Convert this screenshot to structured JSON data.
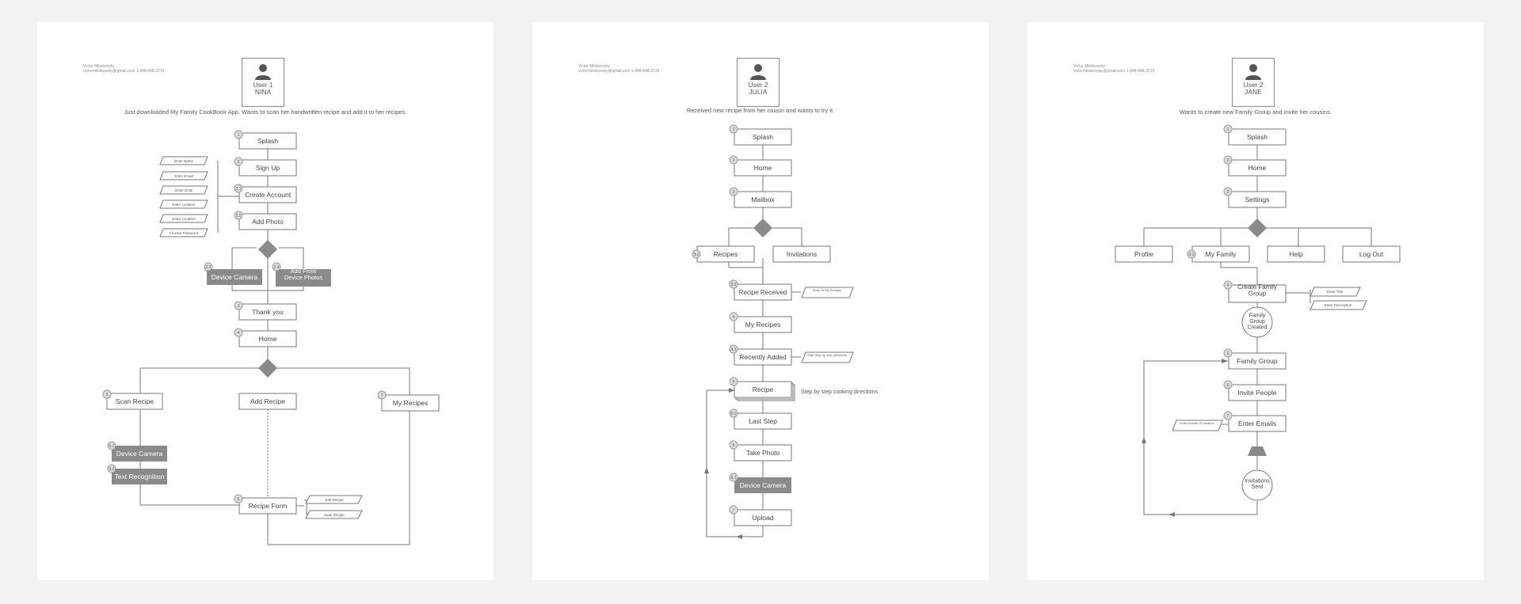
{
  "pages": [
    {
      "header": {
        "name": "Victor Milinkovsky",
        "contact": "victormilinkovsky@gmail.com   1-848-848-2219"
      },
      "user": {
        "line1": "User 1",
        "line2": "NINA"
      },
      "description": "Just downloaded My Family CookBook App. Wants to scan her handwritten recipe and add it to her recipes.",
      "nodes": {
        "splash": "Splash",
        "signup": "Sign Up",
        "create_account": "Create Account",
        "add_photo": "Add Photo",
        "device_camera": "Device Camera",
        "add_from_device": "Add From Device Photos",
        "thank_you": "Thank you",
        "home": "Home",
        "scan_recipe": "Scan Recipe",
        "add_recipe": "Add Recipe",
        "my_recipes": "My Recipes",
        "device_camera_2": "Device Camera",
        "text_recognition": "Text Recognition",
        "recipe_form": "Recipe Form"
      },
      "inputs": [
        "Enter Name",
        "Enter Email",
        "Enter DOB",
        "Enter Location",
        "Enter Location",
        "Choose Password"
      ],
      "form_inputs": [
        "Edit Recipe",
        "Save Recipe"
      ],
      "step_numbers": {
        "s1": "1",
        "s2": "2",
        "s21": "2.1",
        "s22": "2.2",
        "s23": "2.3",
        "s24": "2.4",
        "s3": "3",
        "s4": "4",
        "s5": "5",
        "s51": "5.1",
        "s52": "5.2",
        "s6": "6",
        "s7": "7"
      }
    },
    {
      "header": {
        "name": "Victor Milinkovsky",
        "contact": "victormilinkovsky@gmail.com   1-848-848-2219"
      },
      "user": {
        "line1": "User 2",
        "line2": "JULIA"
      },
      "description": "Received new recipe from her cousin and wants to try it.",
      "nodes": {
        "splash": "Splash",
        "home": "Home",
        "mailbox": "Mailbox",
        "recipes": "Recipes",
        "invitations": "Invitations",
        "recipe_received": "Recipe Received",
        "my_recipes": "My Recipes",
        "recently_added": "Recently Added",
        "recipe": "Recipe",
        "last_step": "Last Step",
        "take_photo": "Take Photo",
        "device_camera": "Device Camera",
        "upload": "Upload"
      },
      "notes": {
        "save_to_recipes": "Save To My Recipes",
        "start_step": "Start Step by step directions",
        "step_by_step": "Step by step cooking directions"
      },
      "step_numbers": {
        "s1": "1",
        "s2": "2",
        "s3": "3",
        "s31": "3.1",
        "s32": "3.2",
        "s4": "4",
        "s41": "4.1",
        "s5": "5",
        "s51": "5.1",
        "s6": "6",
        "s61": "6.1",
        "s7": "7"
      }
    },
    {
      "header": {
        "name": "Victor Milinkovsky",
        "contact": "victormilinkovsky@gmail.com   1-848-848-2219"
      },
      "user": {
        "line1": "User 2",
        "line2": "JANE"
      },
      "description": "Wants to create new Family Group and invite her cousins.",
      "nodes": {
        "splash": "Splash",
        "home": "Home",
        "settings": "Settings",
        "profile": "Profile",
        "my_family": "My Family",
        "help": "Help",
        "log_out": "Log Out",
        "create_group": "Create Family Group",
        "group_created": "Family Group Created",
        "family_group": "Family Group",
        "invite_people": "Invite People",
        "enter_emails": "Enter Emails",
        "invitations_sent": "Invitations Sent"
      },
      "inputs": {
        "enter_title": "Enter Title",
        "enter_description": "Enter Description",
        "enter_emails_invitees": "Enter Emails Of Invitees"
      },
      "step_numbers": {
        "s1": "1",
        "s2": "2",
        "s3": "3",
        "s31": "3.1",
        "s4": "4",
        "s5": "5",
        "s6": "6",
        "s7": "7"
      }
    }
  ]
}
